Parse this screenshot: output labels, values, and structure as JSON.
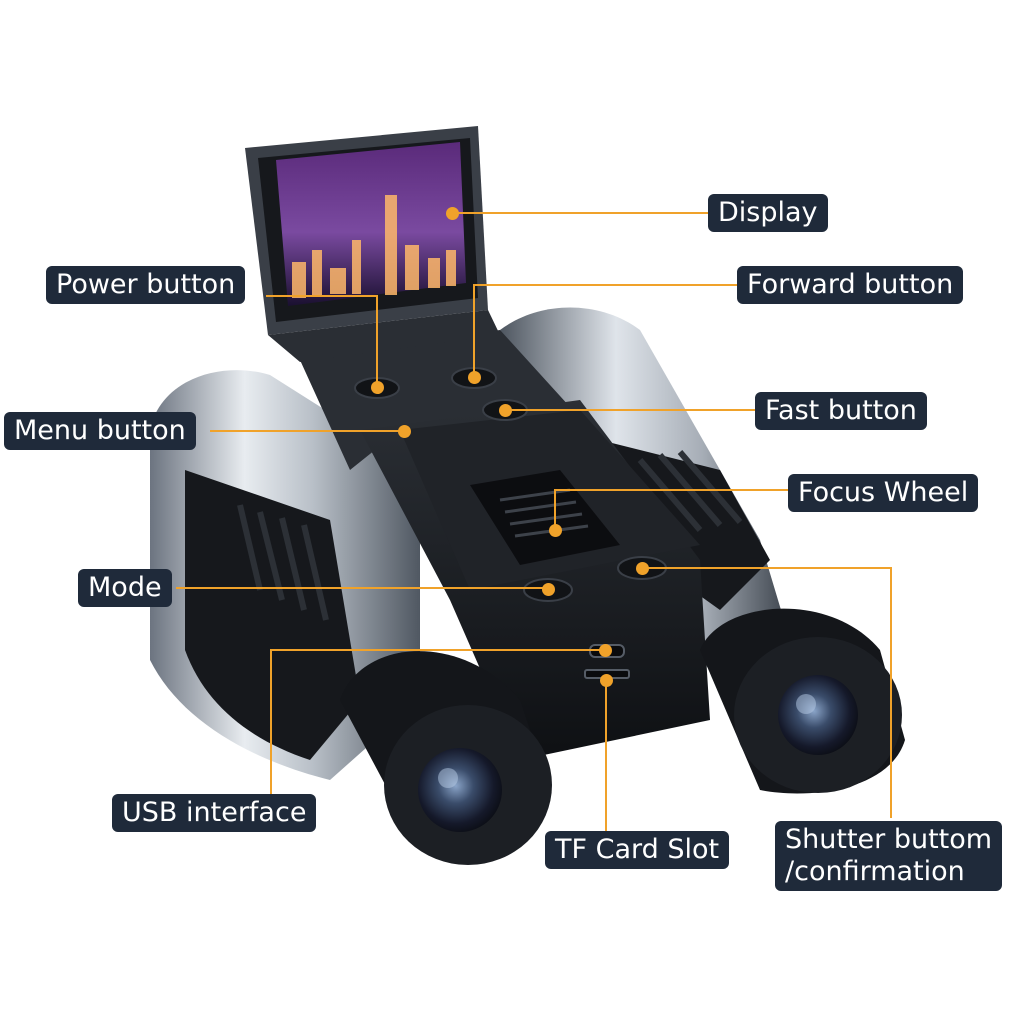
{
  "colors": {
    "leader": "#f0a22a",
    "label_bg": "#1f2a3a",
    "label_text": "#ffffff"
  },
  "labels": {
    "display": "Display",
    "power_button": "Power button",
    "forward_button": "Forward button",
    "menu_button": "Menu button",
    "fast_button": "Fast button",
    "focus_wheel": "Focus Wheel",
    "mode": "Mode",
    "usb_interface": "USB interface",
    "tf_card_slot": "TF Card Slot",
    "shutter_line1": "Shutter buttom",
    "shutter_line2": "/confirmation"
  }
}
